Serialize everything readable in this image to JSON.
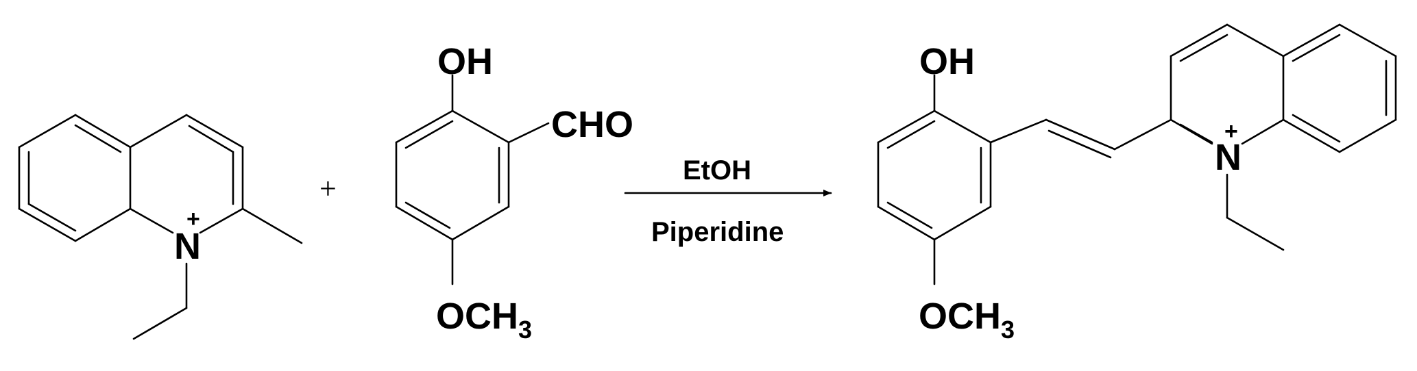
{
  "reactant1": {
    "n_label": "N",
    "charge": "+"
  },
  "plus_sign": "+",
  "reactant2": {
    "oh_label": "OH",
    "cho_label": "CHO",
    "ome_label": "OCH",
    "ome_subscript": "3"
  },
  "conditions": {
    "solvent": "EtOH",
    "catalyst": "Piperidine"
  },
  "product": {
    "oh_label": "OH",
    "ome_label": "OCH",
    "ome_subscript": "3",
    "n_label": "N",
    "charge": "+"
  }
}
